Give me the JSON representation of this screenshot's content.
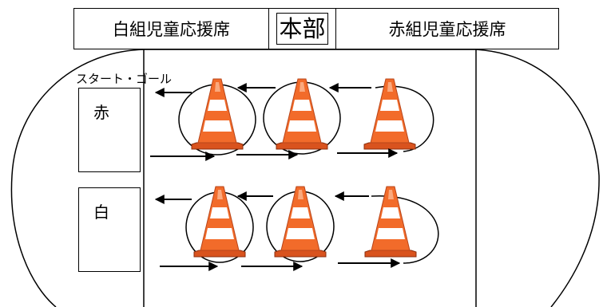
{
  "header": {
    "white_seats": "白組児童応援席",
    "headquarters": "本部",
    "red_seats": "赤組児童応援席"
  },
  "start_goal_label": "スタート・ゴール",
  "teams": {
    "red": "赤",
    "white": "白"
  },
  "colors": {
    "cone_orange": "#f26b2a",
    "cone_stripe": "#ffffff",
    "line": "#000000"
  },
  "icons": {
    "cone": "traffic-cone-icon",
    "arrow": "arrow-icon"
  }
}
